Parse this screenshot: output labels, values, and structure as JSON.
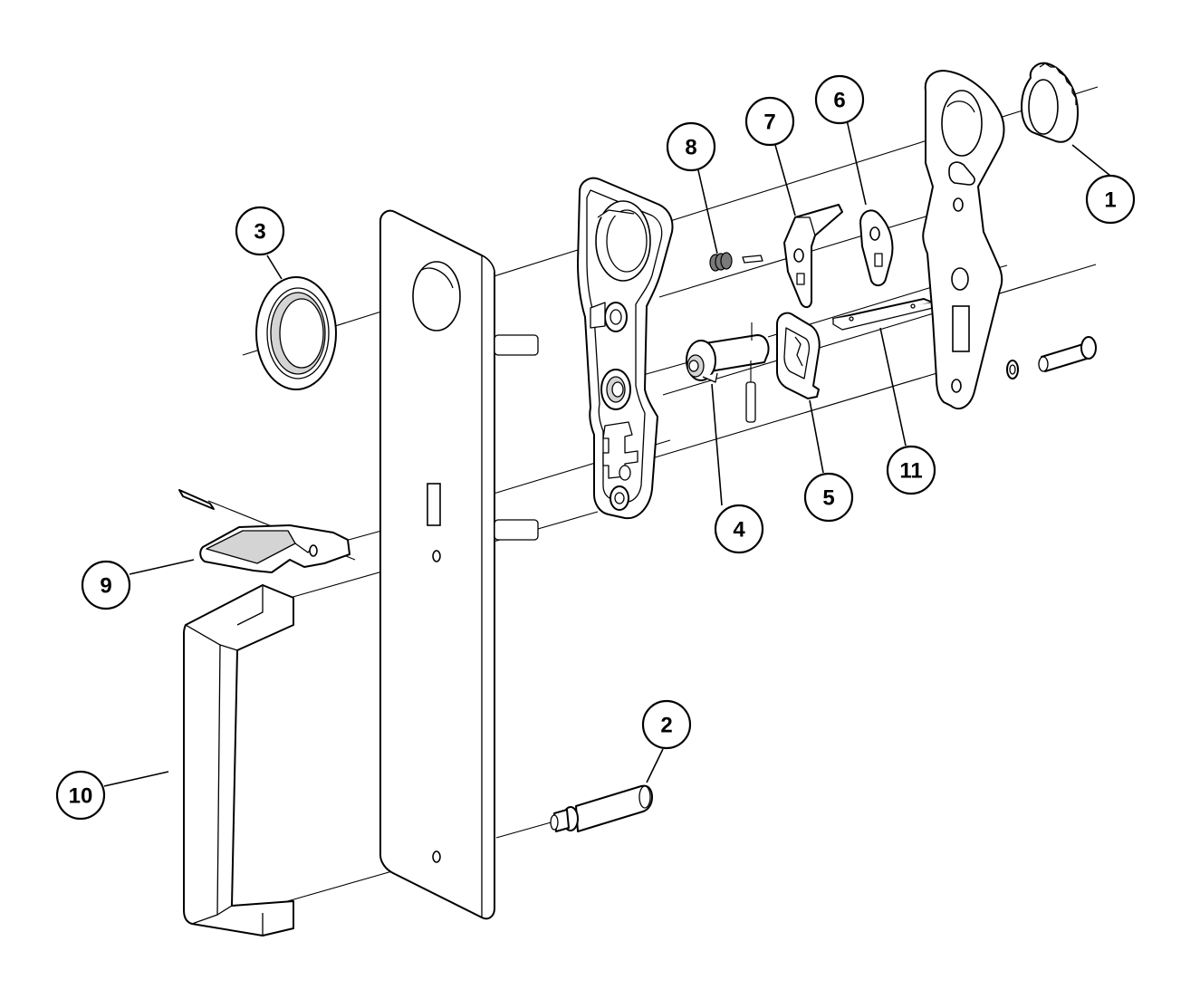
{
  "diagram": {
    "type": "exploded-parts-view",
    "callouts": [
      {
        "id": "1",
        "label": "1"
      },
      {
        "id": "2",
        "label": "2"
      },
      {
        "id": "3",
        "label": "3"
      },
      {
        "id": "4",
        "label": "4"
      },
      {
        "id": "5",
        "label": "5"
      },
      {
        "id": "6",
        "label": "6"
      },
      {
        "id": "7",
        "label": "7"
      },
      {
        "id": "8",
        "label": "8"
      },
      {
        "id": "9",
        "label": "9"
      },
      {
        "id": "10",
        "label": "10"
      },
      {
        "id": "11",
        "label": "11"
      }
    ],
    "colors": {
      "line": "#000000",
      "background": "#ffffff",
      "shade": "#d4d4d4",
      "dark": "#7a7a7a"
    }
  }
}
